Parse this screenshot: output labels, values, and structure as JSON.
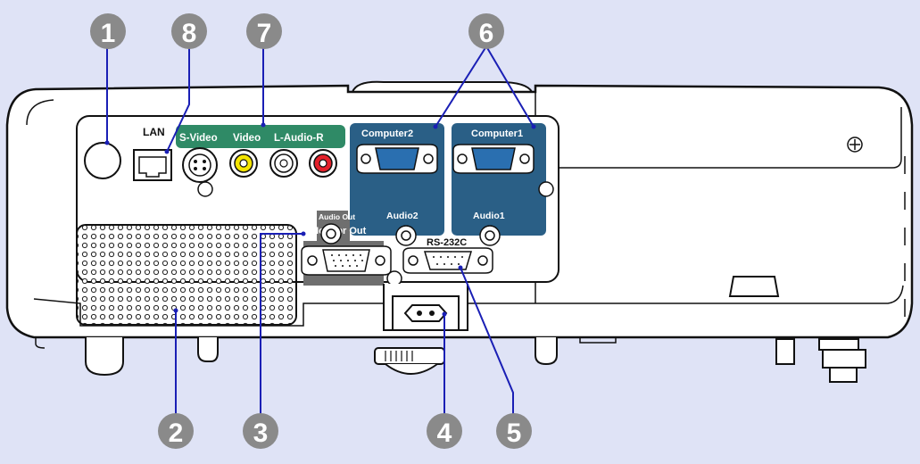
{
  "callouts": [
    {
      "number": "1"
    },
    {
      "number": "8"
    },
    {
      "number": "7"
    },
    {
      "number": "6"
    },
    {
      "number": "2"
    },
    {
      "number": "3"
    },
    {
      "number": "4"
    },
    {
      "number": "5"
    }
  ],
  "ports": {
    "lan": "LAN",
    "svideo": "S-Video",
    "video": "Video",
    "audio_lr": "L-Audio-R",
    "computer2": "Computer2",
    "computer1": "Computer1",
    "audio2": "Audio2",
    "audio1": "Audio1",
    "audio_out": "Audio Out",
    "monitor_out": "Monitor Out",
    "rs232c": "RS-232C"
  },
  "colors": {
    "background": "#dfe3f6",
    "callout_fill": "#8a8a8a",
    "leader_line": "#1a1fb5",
    "av_label_bg": "#2f8a66",
    "computer_panel_bg": "#2a5f86",
    "audio_out_bg": "#6f6f6f",
    "body": "#ffffff",
    "outline": "#111111"
  }
}
